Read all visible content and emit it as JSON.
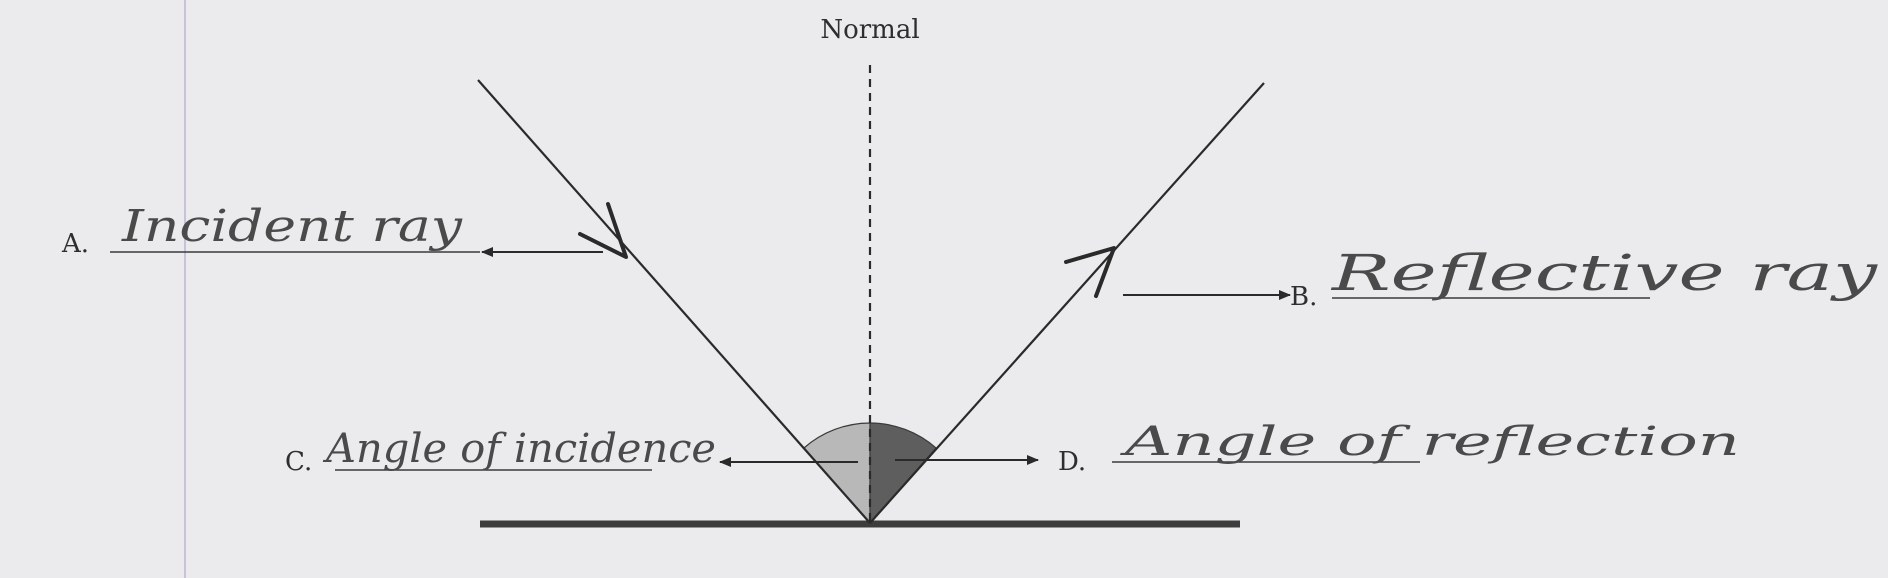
{
  "normal": {
    "label": "Normal"
  },
  "labels": {
    "a": {
      "letter": "A.",
      "answer": "Incident ray"
    },
    "b": {
      "letter": "B.",
      "answer": "Reflective ray"
    },
    "c": {
      "letter": "C.",
      "answer": "Angle of incidence"
    },
    "d": {
      "letter": "D.",
      "answer": "Angle of reflection"
    }
  },
  "colors": {
    "background": "#ebebee",
    "ink": "#2a2a2a",
    "pencil": "#4a4a4a",
    "angle_incidence": "#b8b8b8",
    "angle_reflection": "#5e5e5e",
    "margin_line": "#c9c2d6"
  }
}
